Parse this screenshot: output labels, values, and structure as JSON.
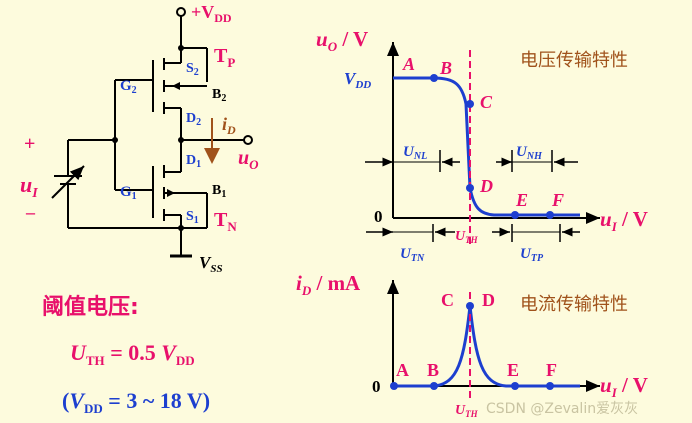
{
  "circuit": {
    "supply_label": "+V",
    "supply_sub": "DD",
    "pmos_label": "T",
    "pmos_sub": "P",
    "nmos_label": "T",
    "nmos_sub": "N",
    "s2": "S",
    "s2_sub": "2",
    "b2": "B",
    "b2_sub": "2",
    "d2": "D",
    "d2_sub": "2",
    "d1": "D",
    "d1_sub": "1",
    "b1": "B",
    "b1_sub": "1",
    "s1": "S",
    "s1_sub": "1",
    "g2": "G",
    "g2_sub": "2",
    "g1": "G",
    "g1_sub": "1",
    "id_label": "i",
    "id_sub": "D",
    "uo_label": "u",
    "uo_sub": "O",
    "ui_label": "u",
    "ui_sub": "I",
    "plus": "+",
    "minus": "–",
    "vss_label": "V",
    "vss_sub": "SS"
  },
  "threshold": {
    "title": "阈值电压:",
    "eq_left": "U",
    "eq_left_sub": "TH",
    "eq_mid": " = 0.5 ",
    "eq_right": "V",
    "eq_right_sub": "DD",
    "range_open": "(",
    "range_v": "V",
    "range_sub": "DD",
    "range_val": " = 3 ~ 18 V",
    "range_close": ")"
  },
  "vtc": {
    "title": "电压传输特性",
    "y_label": "u",
    "y_sub": "O",
    "y_unit": " / V",
    "x_label": "u",
    "x_sub": "I",
    "x_unit": " / V",
    "vdd_label": "V",
    "vdd_sub": "DD",
    "zero": "0",
    "points": [
      "A",
      "B",
      "C",
      "D",
      "E",
      "F"
    ],
    "unl": "U",
    "unl_sub": "NL",
    "unh": "U",
    "unh_sub": "NH",
    "uth": "U",
    "uth_sub": "TH",
    "utn": "U",
    "utn_sub": "TN",
    "utp": "U",
    "utp_sub": "TP"
  },
  "ctc": {
    "title": "电流传输特性",
    "y_label": "i",
    "y_sub": "D",
    "y_unit": " / mA",
    "x_label": "u",
    "x_sub": "I",
    "x_unit": " / V",
    "zero": "0",
    "points": [
      "A",
      "B",
      "C",
      "D",
      "E",
      "F"
    ],
    "uth": "U",
    "uth_sub": "TH"
  },
  "watermark": "CSDN @Zevalin爱灰灰",
  "colors": {
    "background": "#fdfbdd",
    "curve": "#1d3fcf",
    "accent": "#e8106b",
    "current": "#a0521b"
  }
}
